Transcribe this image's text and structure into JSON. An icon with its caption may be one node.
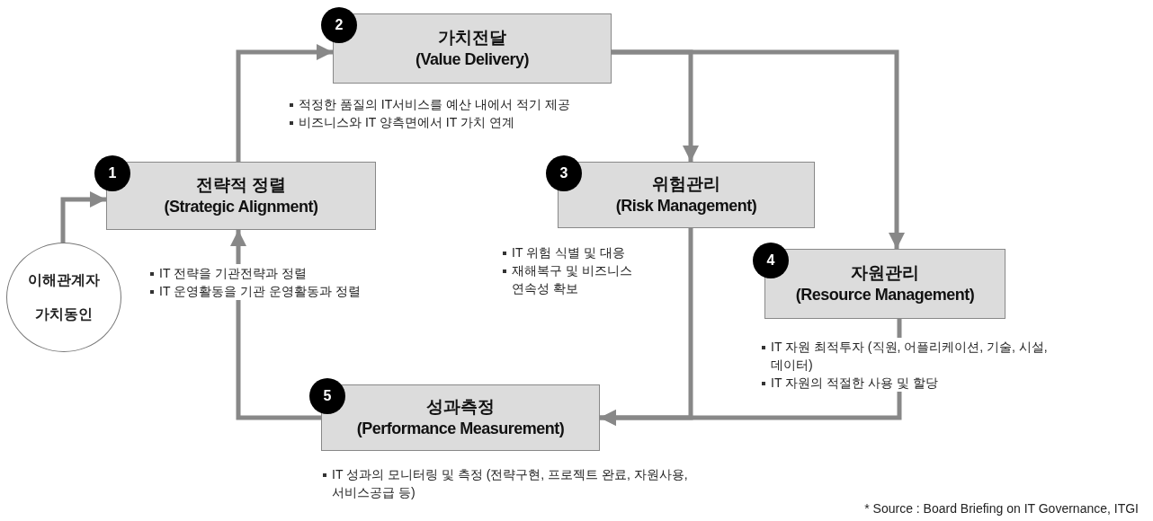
{
  "diagram": {
    "nodes": [
      {
        "text": [
          "이해관계자 가치동인"
        ]
      },
      {
        "text": [
          "1",
          "전략적 정렬",
          "(Strategic Alignment)"
        ],
        "beside": [
          "IT 전략을 기관전략과 정렬",
          "IT 운영활동을 기관 운영활동과 정렬"
        ]
      },
      {
        "text": [
          "2",
          "가치전달",
          "(Value Delivery)"
        ],
        "beside": [
          "적정한 품질의 IT서비스를 예산 내에서 적기 제공",
          "비즈니스와 IT 양측면에서 IT 가치 연계"
        ]
      },
      {
        "text": [
          "3",
          "위험관리",
          "(Risk Management)"
        ],
        "beside": [
          "IT 위험 식별 및 대응",
          "재해복구 및 비즈니스 연속성 확보"
        ]
      },
      {
        "text": [
          "4",
          "자원관리",
          "(Resource Management)"
        ],
        "beside": [
          "IT 자원 최적투자 (직원, 어플리케이션, 기술, 시설, 데이터)",
          "IT 자원의 적절한 사용 및 할당"
        ]
      },
      {
        "text": [
          "5",
          "성과측정",
          "(Performance Measurement)"
        ],
        "beside": [
          "IT 성과의 모니터링 및 측정 (전략구현, 프로젝트 완료, 자원사용, 서비스공급 등)"
        ]
      }
    ],
    "edges": [
      {
        "from": 0,
        "to": 1,
        "arrow": "to"
      },
      {
        "from": 1,
        "to": 2,
        "arrow": "to"
      },
      {
        "from": 2,
        "to": 3,
        "arrow": "to"
      },
      {
        "from": 2,
        "to": 4,
        "arrow": "to"
      },
      {
        "from": 3,
        "to": 5,
        "arrow": "to"
      },
      {
        "from": 4,
        "to": 5,
        "arrow": "to"
      },
      {
        "from": 5,
        "to": 1,
        "arrow": "to"
      }
    ],
    "labels": [
      "* Source : Board Briefing on IT Governance, ITGI"
    ]
  }
}
